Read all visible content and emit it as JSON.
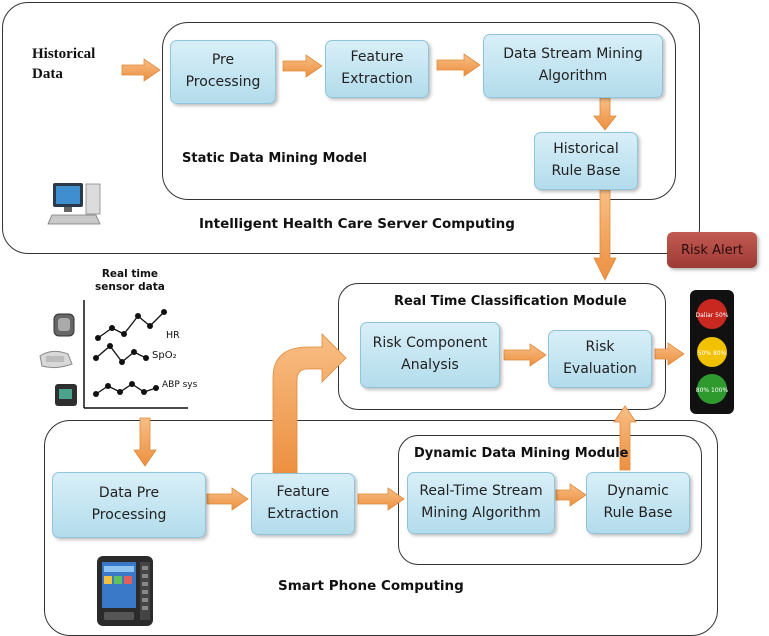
{
  "server": {
    "input_label": "Historical\nData",
    "label": "Intelligent Health Care Server Computing",
    "static_model_label": "Static Data Mining Model",
    "pre_processing": "Pre\nProcessing",
    "feature_extraction": "Feature\nExtraction",
    "stream_mining": "Data Stream Mining\nAlgorithm",
    "historical_rule_base": "Historical\nRule Base"
  },
  "risk_alert": "Risk Alert",
  "classification": {
    "label": "Real Time Classification Module",
    "risk_component": "Risk Component\nAnalysis",
    "risk_evaluation": "Risk\nEvaluation"
  },
  "sensor": {
    "title": "Real time\nsensor data",
    "signals": [
      "HR",
      "SpO₂",
      "ABP sys"
    ]
  },
  "traffic_light": {
    "labels": [
      "Daliar 50%",
      "50% 80%",
      "80% 100%"
    ],
    "colors": [
      "#c8281f",
      "#f2c200",
      "#2e9a2e"
    ]
  },
  "phone": {
    "label": "Smart Phone Computing",
    "dynamic_label": "Dynamic Data Mining Module",
    "data_pre_processing": "Data Pre\nProcessing",
    "feature_extraction": "Feature\nExtraction",
    "stream_mining": "Real-Time Stream\nMining Algorithm",
    "dynamic_rule_base": "Dynamic\nRule Base"
  },
  "colors": {
    "arrow": "#f4a55a",
    "box": "#c6e6f2",
    "alert": "#b04a44"
  }
}
